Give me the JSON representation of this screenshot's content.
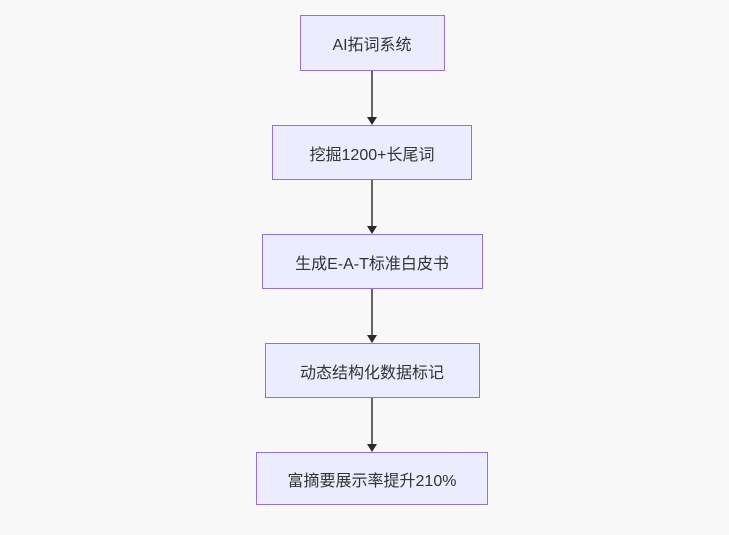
{
  "colors": {
    "background": "#f8f8f8",
    "node_fill": "#ECECFF",
    "node_border": "#9370DB",
    "edge_line": "#666666",
    "arrowhead": "#2a2a2a",
    "text": "#333333"
  },
  "flowchart": {
    "type": "flowchart",
    "direction": "top-down",
    "nodes": [
      {
        "id": "n1",
        "label": "AI拓词系统"
      },
      {
        "id": "n2",
        "label": "挖掘1200+长尾词"
      },
      {
        "id": "n3",
        "label": "生成E-A-T标准白皮书"
      },
      {
        "id": "n4",
        "label": "动态结构化数据标记"
      },
      {
        "id": "n5",
        "label": "富摘要展示率提升210%"
      }
    ],
    "edges": [
      {
        "from": "n1",
        "to": "n2"
      },
      {
        "from": "n2",
        "to": "n3"
      },
      {
        "from": "n3",
        "to": "n4"
      },
      {
        "from": "n4",
        "to": "n5"
      }
    ]
  }
}
